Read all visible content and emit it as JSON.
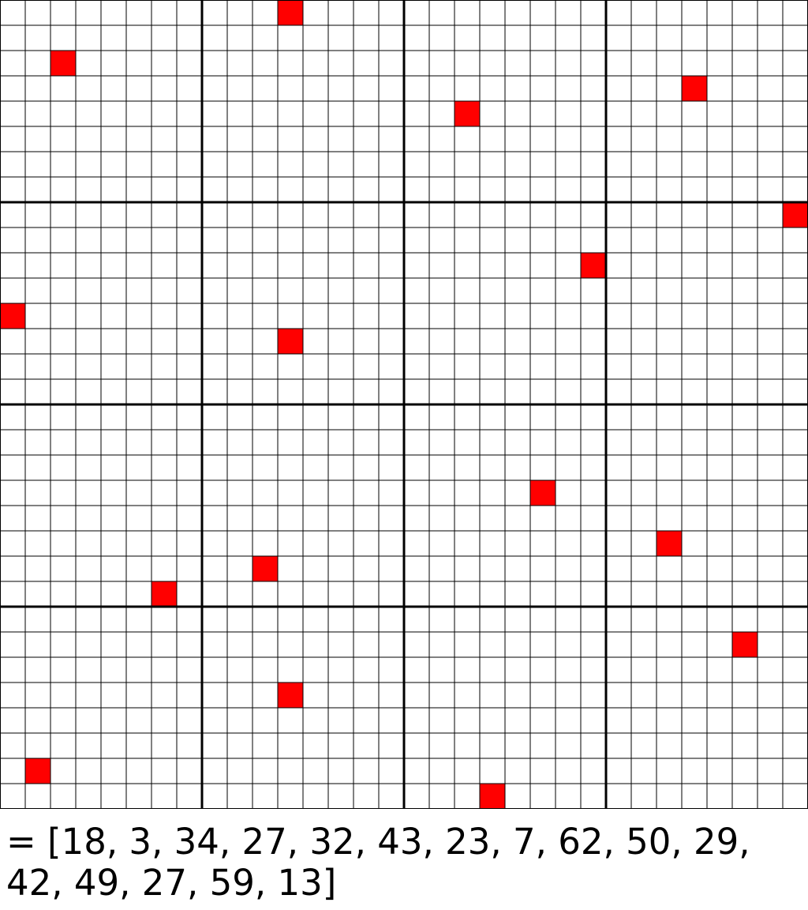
{
  "grid": {
    "columns": 32,
    "rows": 32,
    "block_size": 8,
    "cell_fill": "#ffffff",
    "line_color": "#000000",
    "marker_color": "#ff0000",
    "highlighted_cells": [
      {
        "row": 0,
        "col": 11
      },
      {
        "row": 2,
        "col": 2
      },
      {
        "row": 3,
        "col": 27
      },
      {
        "row": 4,
        "col": 18
      },
      {
        "row": 8,
        "col": 31
      },
      {
        "row": 10,
        "col": 23
      },
      {
        "row": 12,
        "col": 0
      },
      {
        "row": 13,
        "col": 11
      },
      {
        "row": 19,
        "col": 21
      },
      {
        "row": 21,
        "col": 26
      },
      {
        "row": 22,
        "col": 10
      },
      {
        "row": 23,
        "col": 6
      },
      {
        "row": 25,
        "col": 29
      },
      {
        "row": 27,
        "col": 11
      },
      {
        "row": 30,
        "col": 1
      },
      {
        "row": 31,
        "col": 19
      }
    ]
  },
  "caption": {
    "text": "= [18, 3, 34, 27, 32, 43, 23, 7, 62, 50, 29, 42, 49, 27, 59, 13]"
  }
}
